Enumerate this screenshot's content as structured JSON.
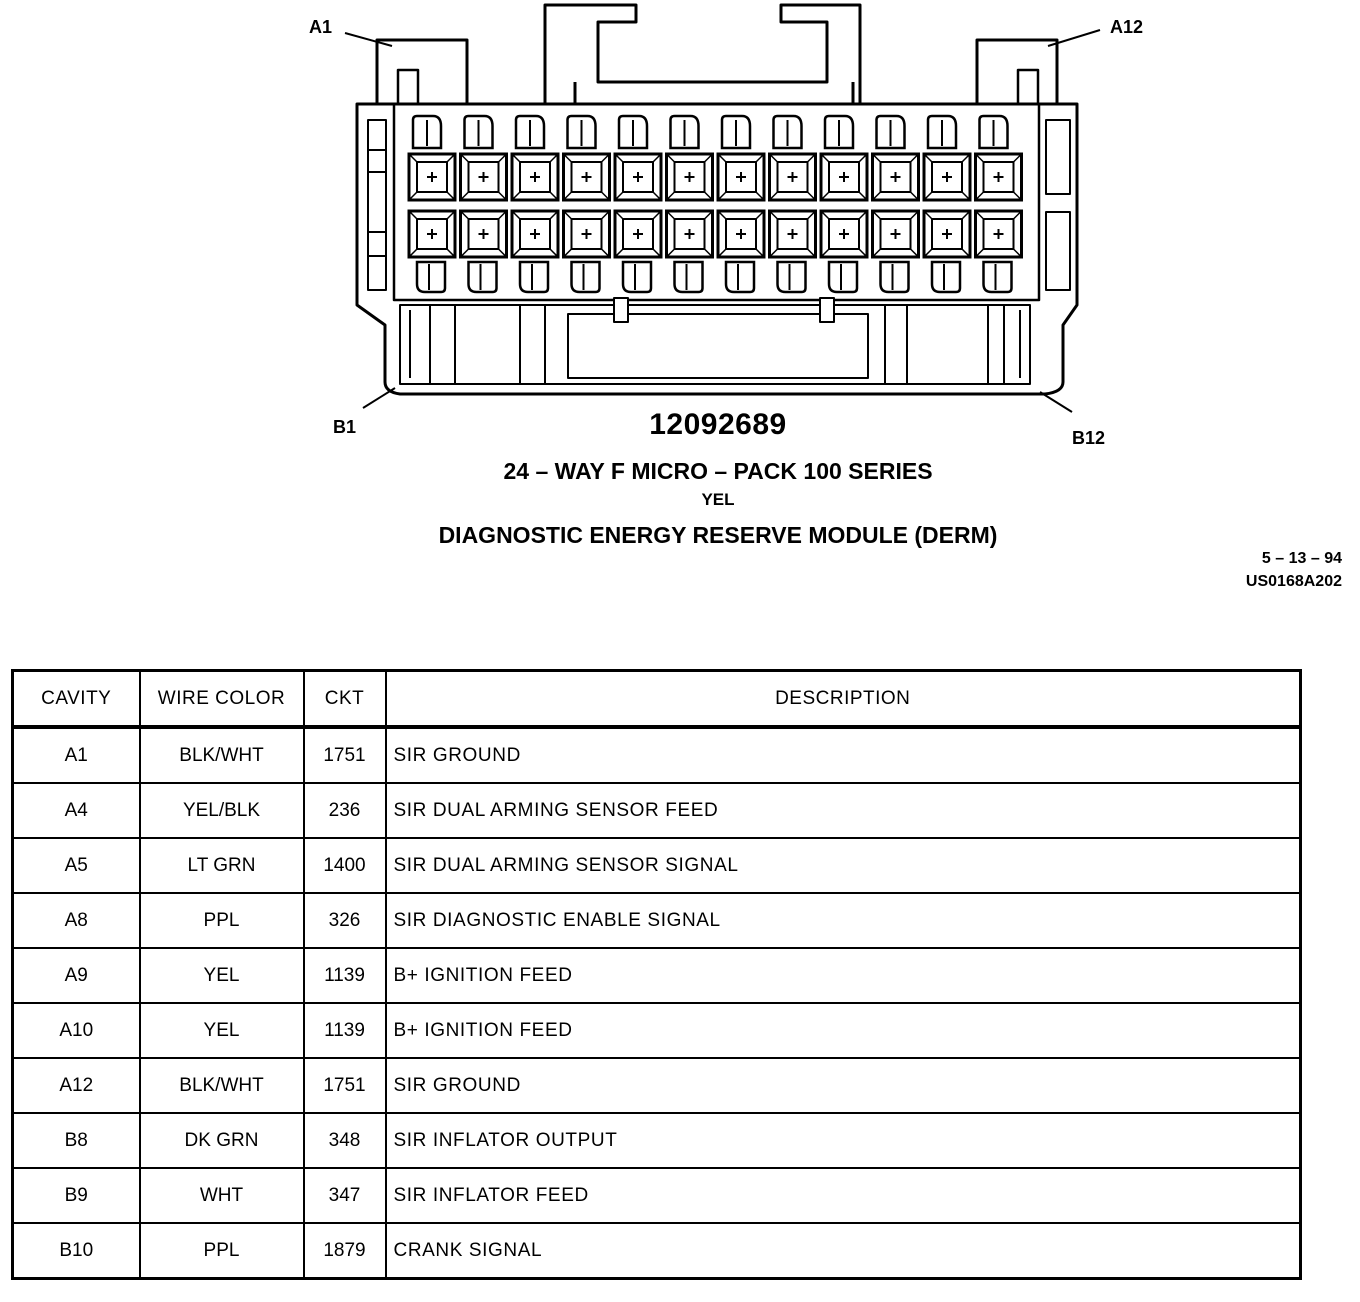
{
  "connector": {
    "pin_labels": {
      "a_first": "A1",
      "a_last": "A12",
      "b_first": "B1",
      "b_last": "B12"
    },
    "part_number": "12092689",
    "connector_type": "24 – WAY F MICRO – PACK 100 SERIES",
    "connector_color": "YEL",
    "module_name": "DIAGNOSTIC ENERGY RESERVE MODULE (DERM)",
    "date": "5 – 13 – 94",
    "figure_code": "US0168A202"
  },
  "table": {
    "headers": {
      "cavity": "CAVITY",
      "wire_color": "WIRE COLOR",
      "ckt": "CKT",
      "description": "DESCRIPTION"
    },
    "rows": [
      {
        "cavity": "A1",
        "wire_color": "BLK/WHT",
        "ckt": "1751",
        "description": "SIR GROUND"
      },
      {
        "cavity": "A4",
        "wire_color": "YEL/BLK",
        "ckt": "236",
        "description": "SIR DUAL ARMING SENSOR FEED"
      },
      {
        "cavity": "A5",
        "wire_color": "LT GRN",
        "ckt": "1400",
        "description": "SIR DUAL ARMING SENSOR SIGNAL"
      },
      {
        "cavity": "A8",
        "wire_color": "PPL",
        "ckt": "326",
        "description": "SIR DIAGNOSTIC ENABLE SIGNAL"
      },
      {
        "cavity": "A9",
        "wire_color": "YEL",
        "ckt": "1139",
        "description": "B+ IGNITION FEED"
      },
      {
        "cavity": "A10",
        "wire_color": "YEL",
        "ckt": "1139",
        "description": "B+ IGNITION FEED"
      },
      {
        "cavity": "A12",
        "wire_color": "BLK/WHT",
        "ckt": "1751",
        "description": "SIR GROUND"
      },
      {
        "cavity": "B8",
        "wire_color": "DK GRN",
        "ckt": "348",
        "description": "SIR INFLATOR OUTPUT"
      },
      {
        "cavity": "B9",
        "wire_color": "WHT",
        "ckt": "347",
        "description": "SIR INFLATOR FEED"
      },
      {
        "cavity": "B10",
        "wire_color": "PPL",
        "ckt": "1879",
        "description": "CRANK SIGNAL"
      }
    ]
  }
}
